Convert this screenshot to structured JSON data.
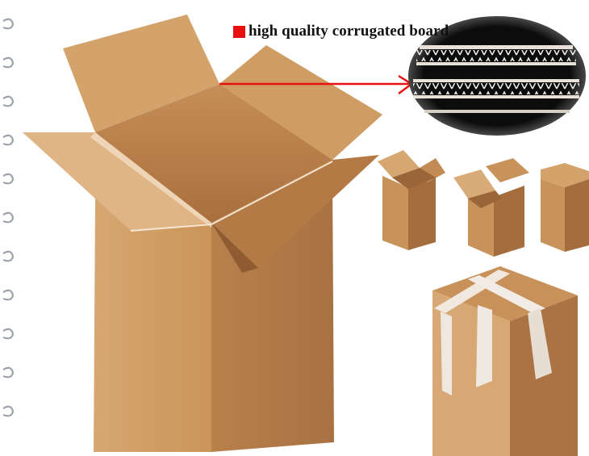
{
  "callout": {
    "text": "high quality  corrugated board",
    "marker_color": "#e81010",
    "arrow_color": "#e81010"
  },
  "illustration": {
    "main_box": "open-cardboard-box",
    "thumbnails": [
      "small-open-box",
      "small-half-open-box",
      "small-closed-box"
    ],
    "taped_box": "taped-closed-box",
    "detail": "corrugated-board-cross-section",
    "binding": "spiral-binding"
  },
  "colors": {
    "kraft_light": "#d9aa75",
    "kraft_mid": "#c38a56",
    "kraft_dark": "#9c653a",
    "tape": "#f2ece6"
  }
}
